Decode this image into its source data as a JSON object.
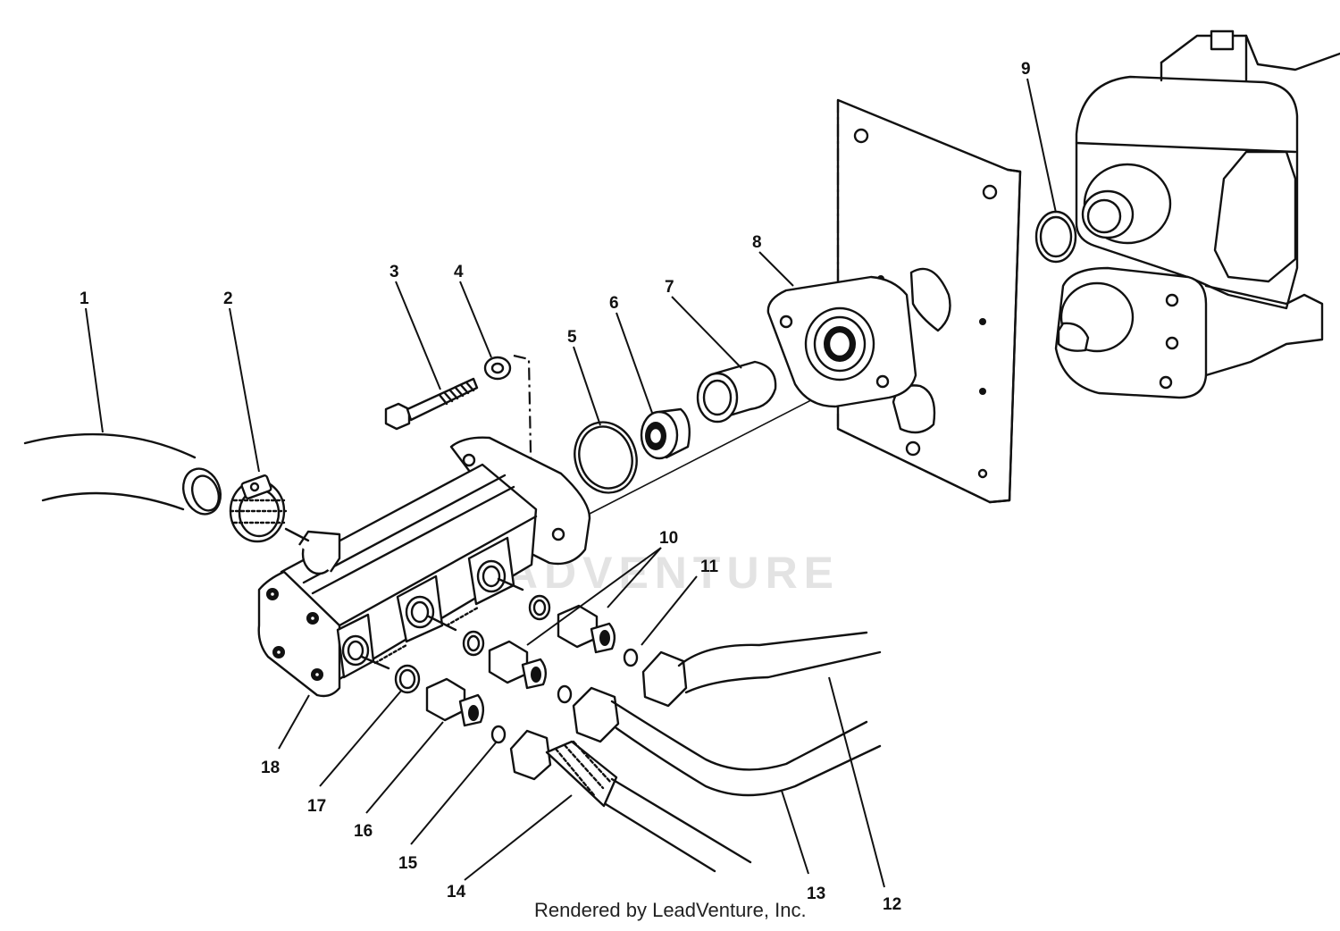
{
  "diagram": {
    "watermark": "LEADVENTURE",
    "footer": "Rendered by LeadVenture, Inc.",
    "callouts": {
      "c1": "1",
      "c2": "2",
      "c3": "3",
      "c4": "4",
      "c5": "5",
      "c6": "6",
      "c7": "7",
      "c8": "8",
      "c9": "9",
      "c10": "10",
      "c11": "11",
      "c12": "12",
      "c13": "13",
      "c14": "14",
      "c15": "15",
      "c16": "16",
      "c17": "17",
      "c18": "18"
    }
  }
}
